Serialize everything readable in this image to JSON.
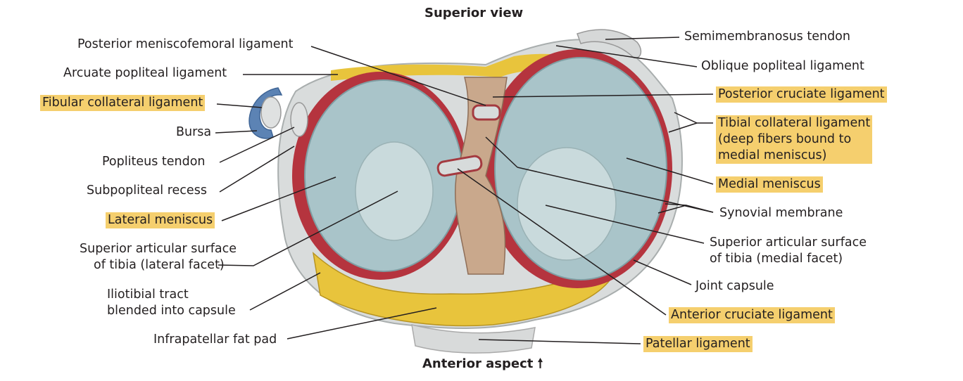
{
  "title": "Superior view",
  "footer": "Anterior aspect",
  "footer_icon": "arrow-up-icon",
  "highlight_color": "#f5cf6e",
  "labels_left": {
    "posterior_meniscofemoral": "Posterior meniscofemoral ligament",
    "arcuate_popliteal": "Arcuate popliteal ligament",
    "fibular_collateral": "Fibular collateral ligament",
    "bursa": "Bursa",
    "popliteus_tendon": "Popliteus tendon",
    "subpopliteal_recess": "Subpopliteal recess",
    "lateral_meniscus": "Lateral meniscus",
    "sup_art_lateral_1": "Superior articular surface",
    "sup_art_lateral_2": "of tibia (lateral facet)",
    "iliotibial_1": "Iliotibial tract",
    "iliotibial_2": "blended into capsule",
    "infrapatellar": "Infrapatellar fat pad"
  },
  "labels_right": {
    "semimembranosus": "Semimembranosus tendon",
    "oblique_popliteal": "Oblique popliteal ligament",
    "posterior_cruciate": "Posterior cruciate ligament",
    "tibial_collateral_1": "Tibial collateral ligament",
    "tibial_collateral_2": "(deep fibers bound to",
    "tibial_collateral_3": "medial meniscus)",
    "medial_meniscus": "Medial meniscus",
    "synovial": "Synovial membrane",
    "sup_art_medial_1": "Superior articular surface",
    "sup_art_medial_2": "of tibia (medial facet)",
    "joint_capsule": "Joint capsule",
    "anterior_cruciate": "Anterior cruciate ligament",
    "patellar": "Patellar ligament"
  }
}
